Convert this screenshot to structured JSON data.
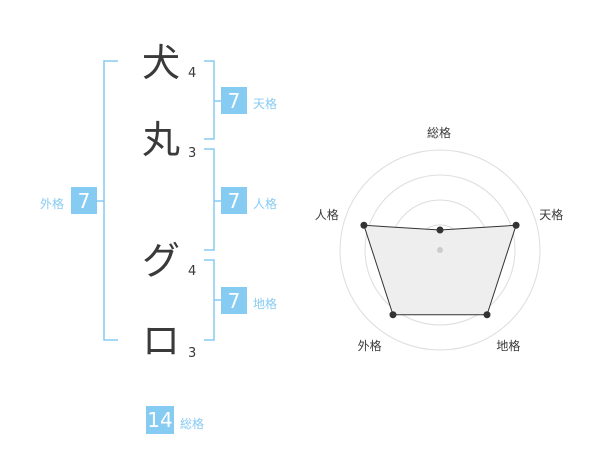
{
  "name": {
    "chars": [
      {
        "char": "犬",
        "strokes": "4"
      },
      {
        "char": "丸",
        "strokes": "3"
      },
      {
        "char": "グ",
        "strokes": "4"
      },
      {
        "char": "ロ",
        "strokes": "3"
      }
    ]
  },
  "grids": {
    "tenkaku": {
      "value": "7",
      "label": "天格"
    },
    "jinkaku": {
      "value": "7",
      "label": "人格"
    },
    "chikaku": {
      "value": "7",
      "label": "地格"
    },
    "gaikaku": {
      "value": "7",
      "label": "外格"
    },
    "soukaku": {
      "value": "14",
      "label": "総格"
    }
  },
  "chart_data": {
    "type": "radar",
    "axes": [
      "総格",
      "天格",
      "地格",
      "外格",
      "人格"
    ],
    "values": [
      0.2,
      0.8,
      0.8,
      0.8,
      0.8
    ],
    "range": [
      0,
      1
    ],
    "rings": 4,
    "colors": {
      "accent": "#86cbf2",
      "fill": "#eeeeee",
      "line": "#333333",
      "grid": "#dddddd"
    }
  }
}
